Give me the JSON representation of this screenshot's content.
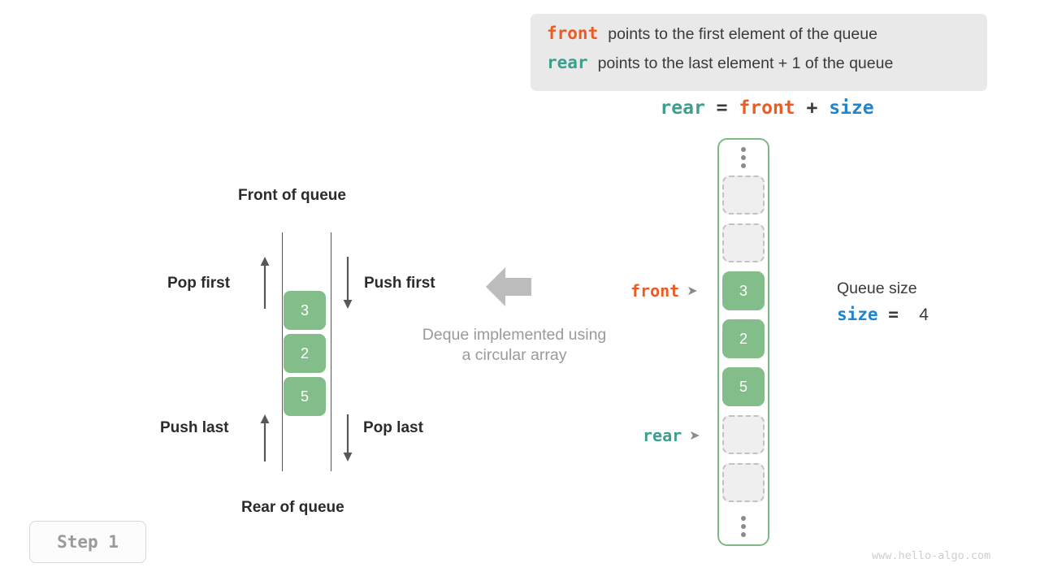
{
  "legend": {
    "rows": [
      {
        "keyword": "front",
        "keyword_color": "#ec5b23",
        "text": "points to the first element of the queue"
      },
      {
        "keyword": "rear",
        "keyword_color": "#3d9e8d",
        "text": "points to the last element + 1 of the queue"
      }
    ]
  },
  "formula": {
    "lhs": "rear",
    "eq": "=",
    "rhs1": "front",
    "plus": "+",
    "rhs2": "size",
    "full": "rear = front + size"
  },
  "deque": {
    "top_label": "Front of queue",
    "bottom_label": "Rear of queue",
    "cells": [
      "3",
      "2",
      "5"
    ],
    "operations": [
      {
        "name": "pop-first",
        "label": "Pop first",
        "direction": "up"
      },
      {
        "name": "push-first",
        "label": "Push first",
        "direction": "down"
      },
      {
        "name": "push-last",
        "label": "Push last",
        "direction": "up"
      },
      {
        "name": "pop-last",
        "label": "Pop last",
        "direction": "down"
      }
    ],
    "caption_line1": "Deque implemented using",
    "caption_line2": "a circular array"
  },
  "array": {
    "cells": [
      {
        "value": "",
        "state": "empty"
      },
      {
        "value": "",
        "state": "empty"
      },
      {
        "value": "3",
        "state": "filled"
      },
      {
        "value": "2",
        "state": "filled"
      },
      {
        "value": "5",
        "state": "filled"
      },
      {
        "value": "",
        "state": "empty"
      },
      {
        "value": "",
        "state": "empty"
      }
    ],
    "pointers": [
      {
        "name": "front",
        "label": "front",
        "marker": "➤",
        "color": "#ec5b23"
      },
      {
        "name": "rear",
        "label": "rear",
        "marker": "➤",
        "color": "#3d9e8d"
      }
    ],
    "border_color": "#7cba84",
    "filled_color": "#82bd8a"
  },
  "queue_size": {
    "title": "Queue size",
    "var": "size",
    "eq": "=",
    "value": "4"
  },
  "step": {
    "label": "Step 1"
  },
  "watermark": {
    "text": "www.hello-algo.com"
  }
}
